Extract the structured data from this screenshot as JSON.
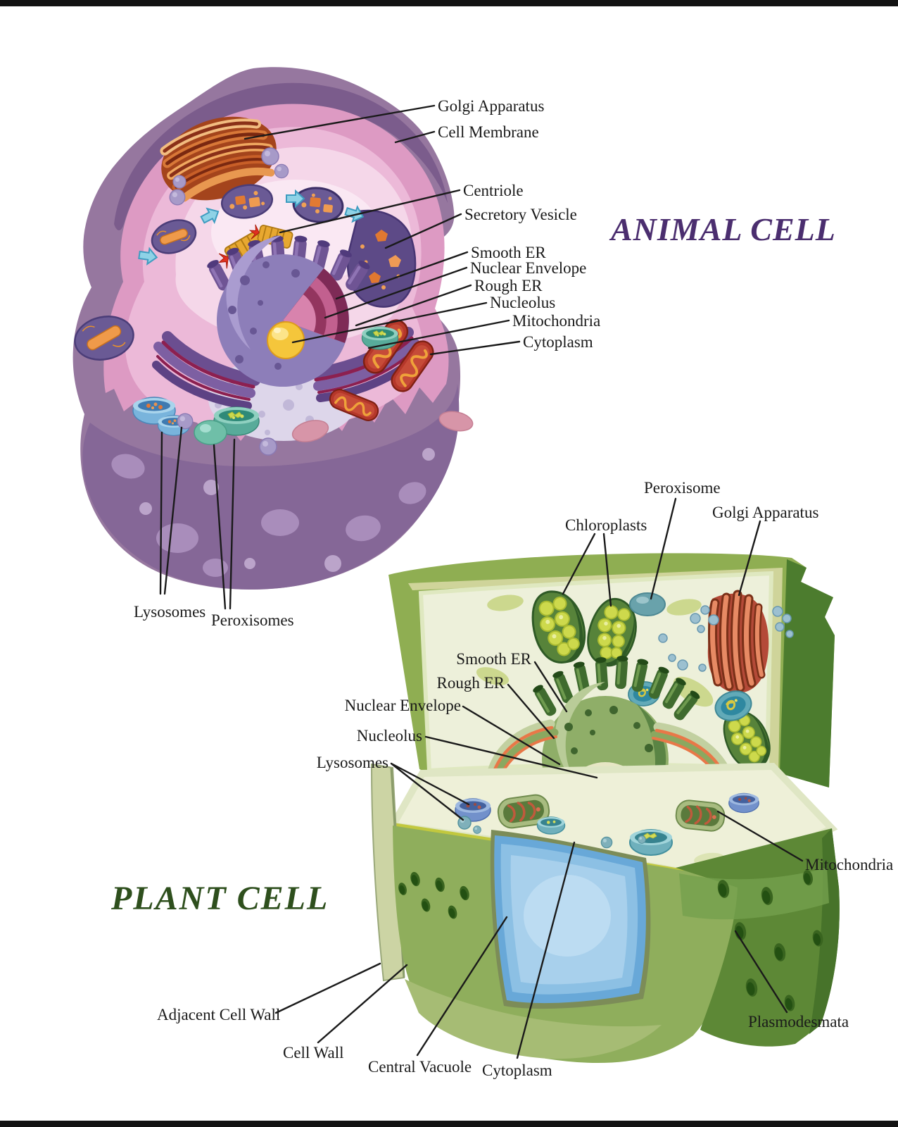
{
  "animal": {
    "title": "ANIMAL CELL",
    "labels": {
      "golgi": "Golgi Apparatus",
      "membrane": "Cell Membrane",
      "centriole": "Centriole",
      "vesicle": "Secretory Vesicle",
      "smooth_er": "Smooth ER",
      "nuclear_envelope": "Nuclear Envelope",
      "rough_er": "Rough ER",
      "nucleolus": "Nucleolus",
      "mitochondria": "Mitochondria",
      "cytoplasm": "Cytoplasm",
      "lysosomes": "Lysosomes",
      "peroxisomes": "Peroxisomes"
    }
  },
  "plant": {
    "title": "PLANT CELL",
    "labels": {
      "peroxisome": "Peroxisome",
      "chloroplasts": "Chloroplasts",
      "golgi": "Golgi Apparatus",
      "smooth_er": "Smooth ER",
      "rough_er": "Rough ER",
      "nuclear_envelope": "Nuclear Envelope",
      "nucleolus": "Nucleolus",
      "lysosomes": "Lysosomes",
      "mitochondria": "Mitochondria",
      "adjacent_cell_wall": "Adjacent Cell Wall",
      "cell_wall": "Cell Wall",
      "central_vacuole": "Central Vacuole",
      "cytoplasm": "Cytoplasm",
      "plasmodesmata": "Plasmodesmata"
    }
  },
  "colors": {
    "animal_title": "#4b2e6f",
    "plant_title": "#2e4f1d",
    "label_text": "#1a1a1a",
    "leader_line": "#1a1a1a",
    "animal_outer": "#96779f",
    "animal_pink": "#dd9ac3",
    "plant_wall": "#8fae52",
    "plant_interior": "#edf0da",
    "vacuole_blue": "#84b8e0",
    "nucleolus_animal": "#f5c63b",
    "nucleolus_plant": "#f4835a"
  }
}
